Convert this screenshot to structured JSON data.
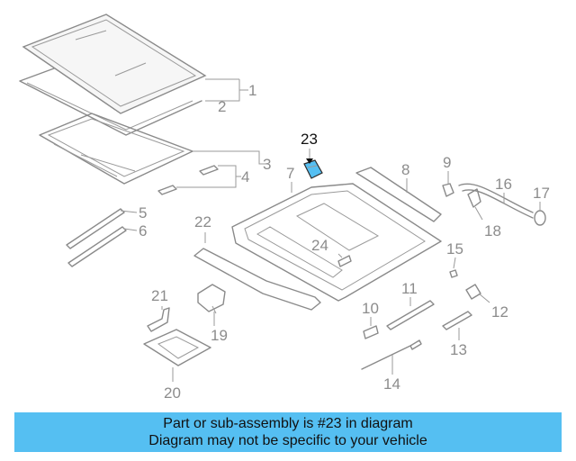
{
  "diagram": {
    "callouts": {
      "c1": "1",
      "c2": "2",
      "c3": "3",
      "c4": "4",
      "c5": "5",
      "c6": "6",
      "c7": "7",
      "c8": "8",
      "c9": "9",
      "c10": "10",
      "c11": "11",
      "c12": "12",
      "c13": "13",
      "c14": "14",
      "c15": "15",
      "c16": "16",
      "c17": "17",
      "c18": "18",
      "c19": "19",
      "c20": "20",
      "c21": "21",
      "c22": "22",
      "c23": "23",
      "c24": "24"
    },
    "highlight_color": "#55bff2"
  },
  "banner": {
    "line1": "Part or sub-assembly is #23 in diagram",
    "line2": "Diagram may not be specific to your vehicle",
    "background": "#55bff2"
  }
}
